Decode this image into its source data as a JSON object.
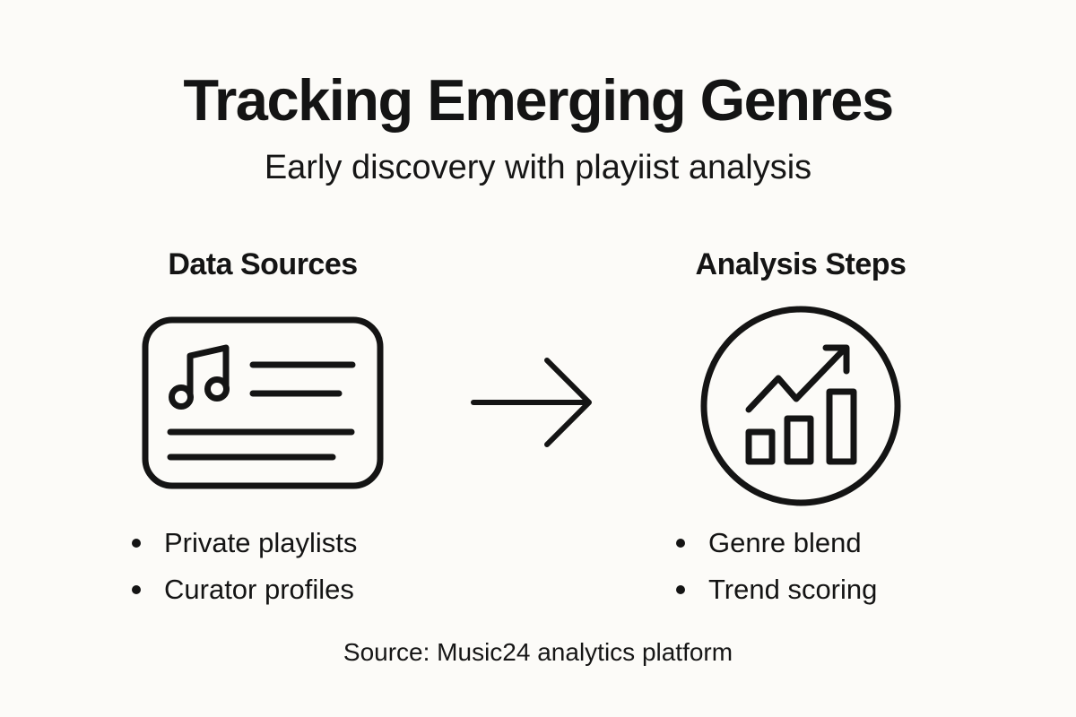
{
  "title": "Tracking Emerging Genres",
  "subtitle": "Early discovery with playiist analysis",
  "colors": {
    "background": "#fcfbf8",
    "ink": "#141414"
  },
  "columns": {
    "left": {
      "heading": "Data Sources",
      "icon": "playlist-card-icon",
      "bullets": [
        "Private playlists",
        "Curator profiles"
      ]
    },
    "right": {
      "heading": "Analysis Steps",
      "icon": "trend-chart-icon",
      "bullets": [
        "Genre blend",
        "Trend scoring"
      ]
    }
  },
  "connector": {
    "icon": "right-arrow-icon"
  },
  "footer": {
    "source": "Source: Music24 analytics platform"
  }
}
